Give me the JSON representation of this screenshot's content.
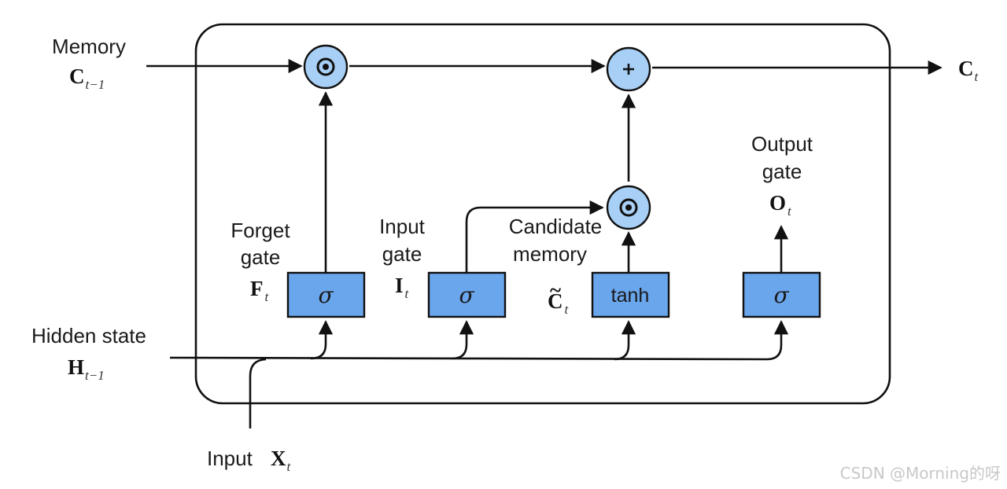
{
  "labels": {
    "memory": "Memory",
    "memory_sym": "C",
    "memory_sub": "t−1",
    "output_c": "C",
    "output_c_sub": "t",
    "hidden_state": "Hidden state",
    "hidden_sym": "H",
    "hidden_sub": "t−1",
    "input": "Input",
    "input_sym": "X",
    "input_sub": "t",
    "forget_line1": "Forget",
    "forget_line2": "gate",
    "forget_sym": "F",
    "forget_sub": "t",
    "inputgate_line1": "Input",
    "inputgate_line2": "gate",
    "inputgate_sym": "I",
    "inputgate_sub": "t",
    "candidate_line1": "Candidate",
    "candidate_line2": "memory",
    "candidate_sym": "C",
    "candidate_tilde": "~",
    "candidate_sub": "t",
    "output_line1": "Output",
    "output_line2": "gate",
    "output_sym": "O",
    "output_sub": "t"
  },
  "gates": {
    "forget": "σ",
    "input": "σ",
    "candidate": "tanh",
    "output": "σ"
  },
  "operators": {
    "mult1": "⊙",
    "add": "+",
    "mult2": "⊙"
  },
  "watermark": "CSDN @Morning的呀",
  "colors": {
    "gate_fill": "#6aa6ec",
    "node_fill": "#a8cff5",
    "line": "#111111"
  }
}
